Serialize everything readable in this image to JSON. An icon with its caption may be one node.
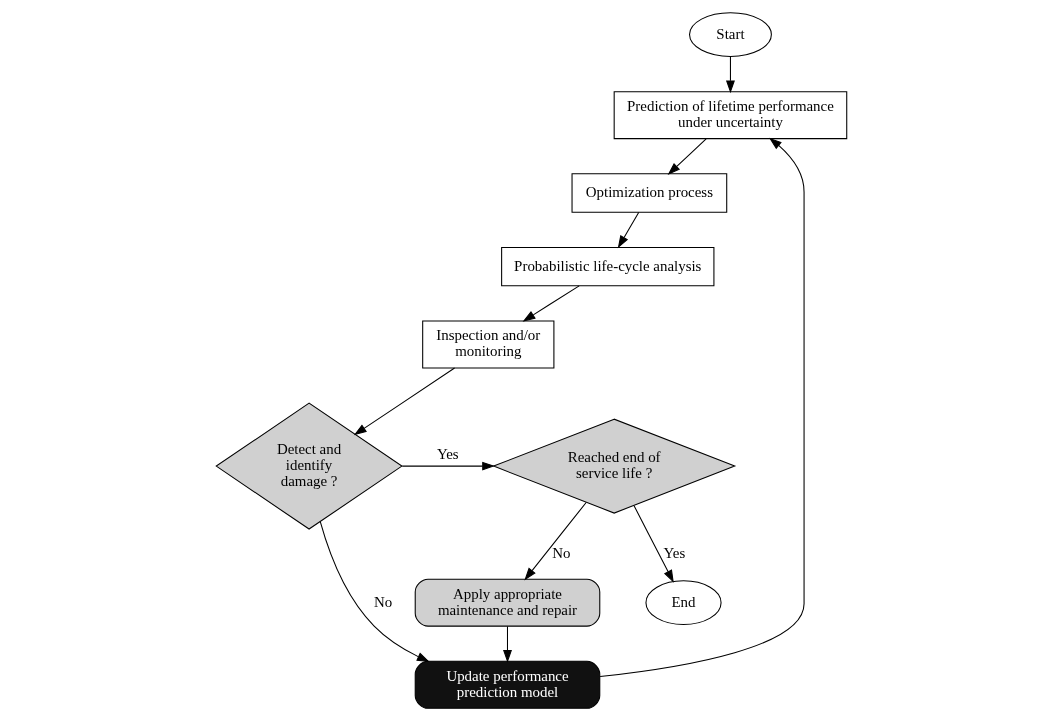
{
  "diagram": {
    "nodes": [
      {
        "text": [
          "Start"
        ]
      },
      {
        "text": [
          "Prediction of lifetime performance under uncertainty"
        ]
      },
      {
        "text": [
          "Optimization process"
        ]
      },
      {
        "text": [
          "Probabilistic life-cycle analysis"
        ]
      },
      {
        "text": [
          "Inspection and/or monitoring"
        ]
      },
      {
        "text": [
          "Detect and identify damage ?"
        ]
      },
      {
        "text": [
          "Reached end of service life ?"
        ]
      },
      {
        "text": [
          "End"
        ]
      },
      {
        "text": [
          "Apply appropriate maintenance and repair"
        ]
      },
      {
        "text": [
          "Update performance prediction model"
        ]
      }
    ],
    "edges": [
      {
        "from": 0,
        "to": 1,
        "arrow": "to"
      },
      {
        "from": 1,
        "to": 2,
        "arrow": "to"
      },
      {
        "from": 2,
        "to": 3,
        "arrow": "to"
      },
      {
        "from": 3,
        "to": 4,
        "arrow": "to"
      },
      {
        "from": 4,
        "to": 5,
        "arrow": "to"
      },
      {
        "from": 5,
        "to": 6,
        "label": "Yes",
        "arrow": "to"
      },
      {
        "from": 5,
        "to": 9,
        "label": "No",
        "arrow": "to"
      },
      {
        "from": 6,
        "to": 7,
        "label": "Yes",
        "arrow": "to"
      },
      {
        "from": 6,
        "to": 8,
        "label": "No",
        "arrow": "to"
      },
      {
        "from": 8,
        "to": 9,
        "arrow": "to"
      },
      {
        "from": 9,
        "to": 1,
        "arrow": "to"
      }
    ]
  }
}
